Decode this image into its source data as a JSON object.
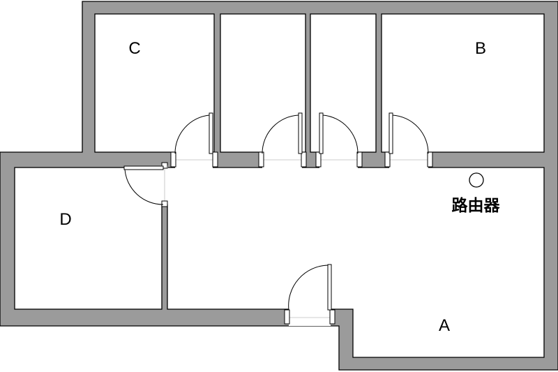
{
  "floor_plan": {
    "rooms": [
      {
        "id": "A",
        "label": "A"
      },
      {
        "id": "B",
        "label": "B"
      },
      {
        "id": "C",
        "label": "C"
      },
      {
        "id": "D",
        "label": "D"
      }
    ],
    "router": {
      "label": "路由器",
      "icon": "circle-icon"
    },
    "colors": {
      "wall": "#9b9b9b",
      "outline": "#000000",
      "floor": "#ffffff"
    }
  }
}
